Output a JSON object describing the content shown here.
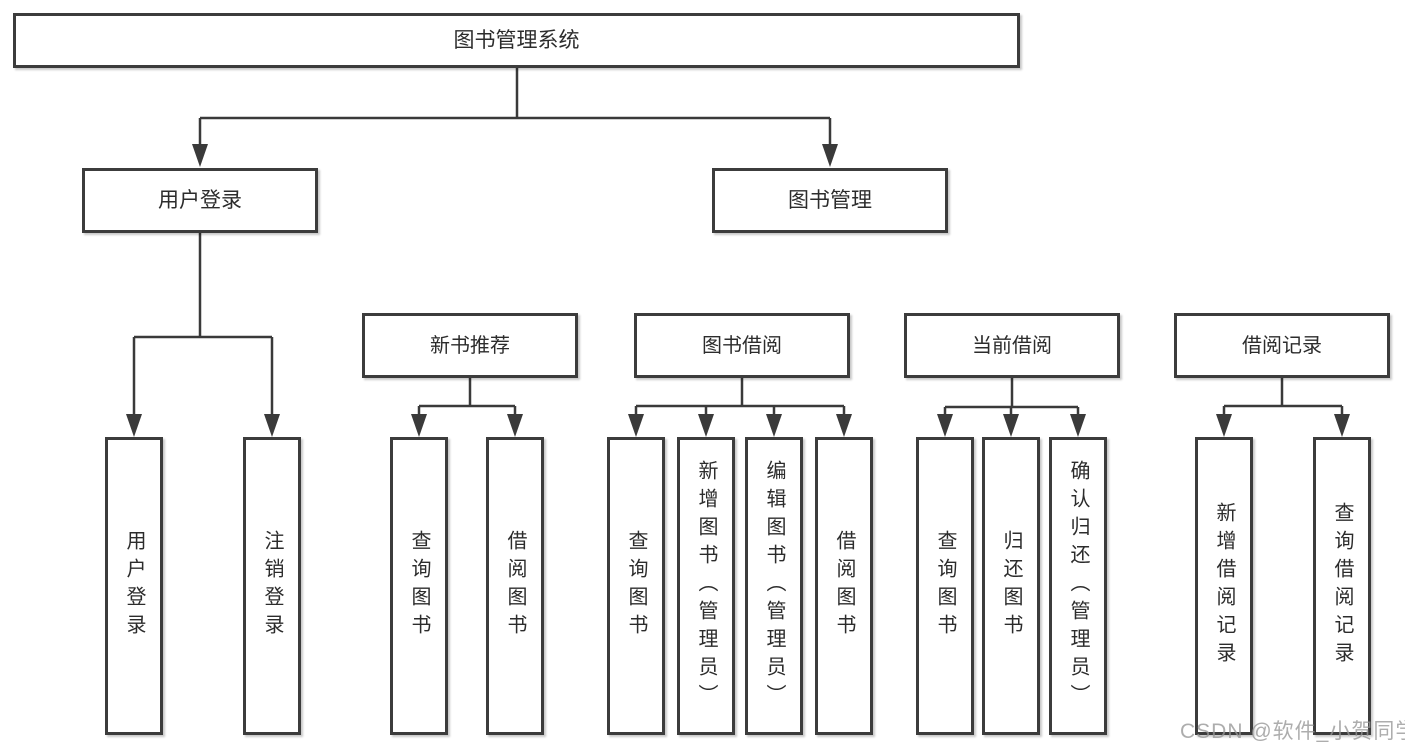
{
  "root_label": "图书管理系统",
  "branches": [
    {
      "label": "用户登录",
      "children": [
        {
          "label": "用户登录"
        },
        {
          "label": "注销登录"
        }
      ]
    },
    {
      "label": "图书管理",
      "children": [
        {
          "label": "新书推荐",
          "children": [
            {
              "label": "查询图书"
            },
            {
              "label": "借阅图书"
            }
          ]
        },
        {
          "label": "图书借阅",
          "children": [
            {
              "label": "查询图书"
            },
            {
              "label": "新增图书（管理员）"
            },
            {
              "label": "编辑图书（管理员）"
            },
            {
              "label": "借阅图书"
            }
          ]
        },
        {
          "label": "当前借阅",
          "children": [
            {
              "label": "查询图书"
            },
            {
              "label": "归还图书"
            },
            {
              "label": "确认归还（管理员）"
            }
          ]
        },
        {
          "label": "借阅记录",
          "children": [
            {
              "label": "新增借阅记录"
            },
            {
              "label": "查询借阅记录"
            }
          ]
        }
      ]
    }
  ],
  "watermark": "CSDN @软件_小贺同学",
  "colors": {
    "line": "#3a3a3a",
    "border": "#3c3c3c",
    "text": "#2c2c2c",
    "background": "#ffffff",
    "watermark": "#969696"
  }
}
